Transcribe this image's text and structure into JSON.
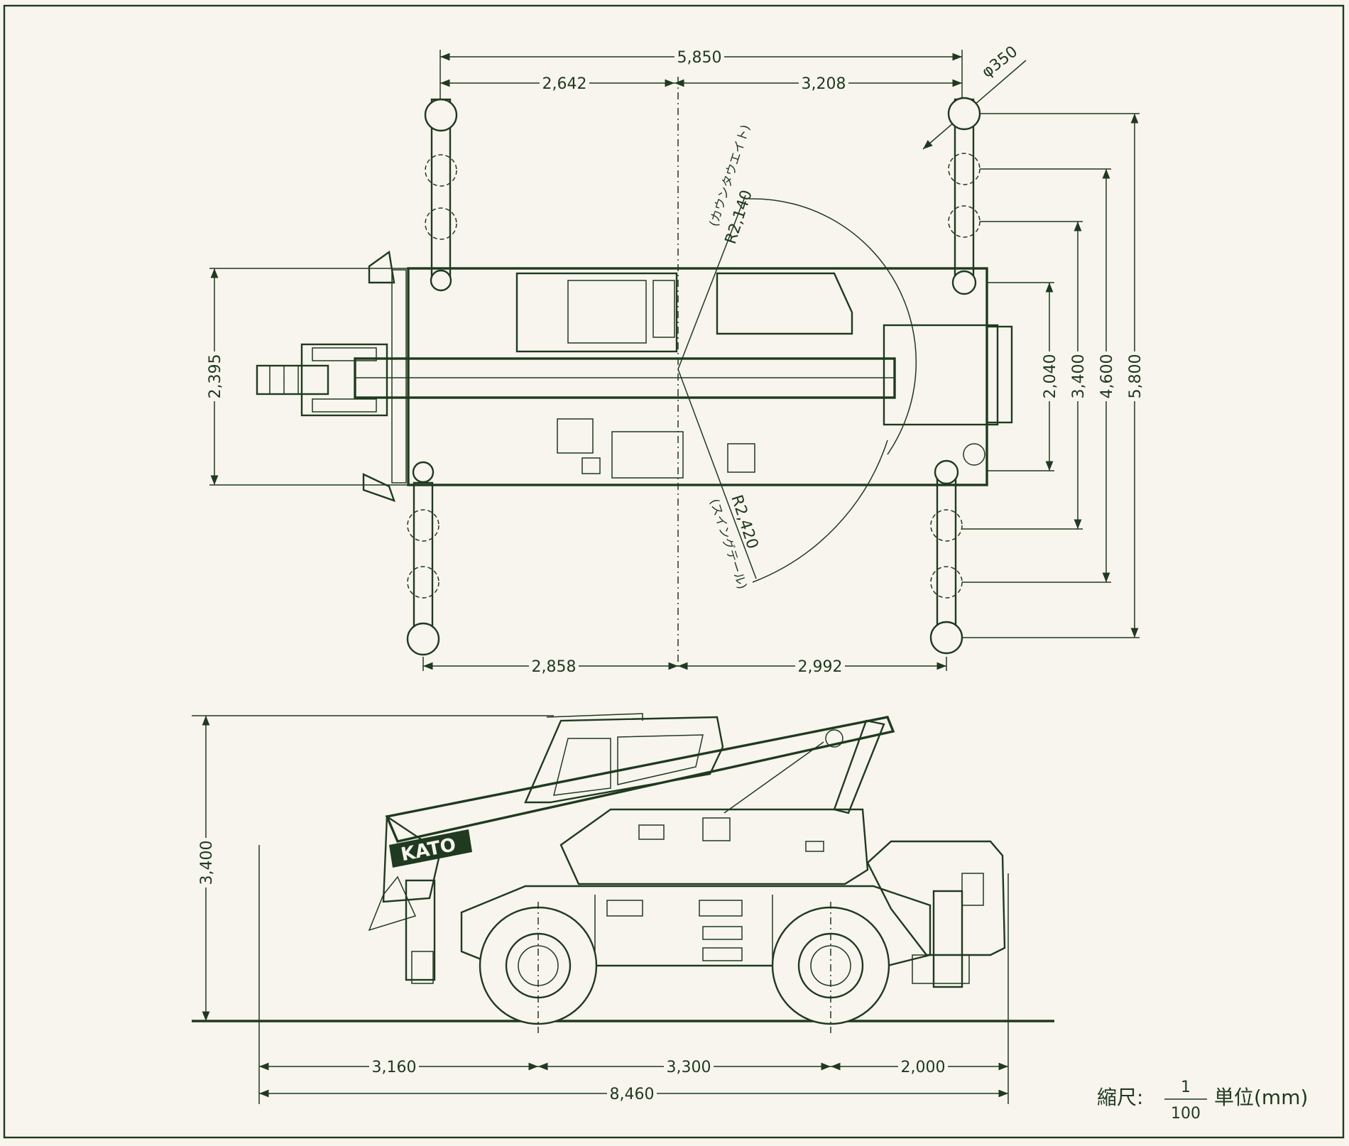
{
  "brand": "KATO",
  "top_view": {
    "dims": {
      "overall_span": "5,850",
      "front_to_center": "2,642",
      "center_to_rear": "3,208",
      "pad_diameter": "φ350",
      "body_width": "2,395",
      "lower_front_to_center": "2,858",
      "lower_center_to_rear": "2,992",
      "outrigger_2040": "2,040",
      "outrigger_3400": "3,400",
      "outrigger_4600": "4,600",
      "outrigger_5800": "5,800"
    },
    "radius_counterweight": {
      "label": "R2,140",
      "note": "(カウンタウエイト)"
    },
    "radius_tail": {
      "label": "R2,420",
      "note": "(スイングテール)"
    }
  },
  "side_view": {
    "dims": {
      "height": "3,400",
      "front_overhang": "3,160",
      "wheelbase": "3,300",
      "rear_overhang": "2,000",
      "overall_length": "8,460"
    }
  },
  "scale_note": {
    "label": "縮尺:",
    "numerator": "1",
    "denominator": "100",
    "unit": "単位(mm)"
  }
}
